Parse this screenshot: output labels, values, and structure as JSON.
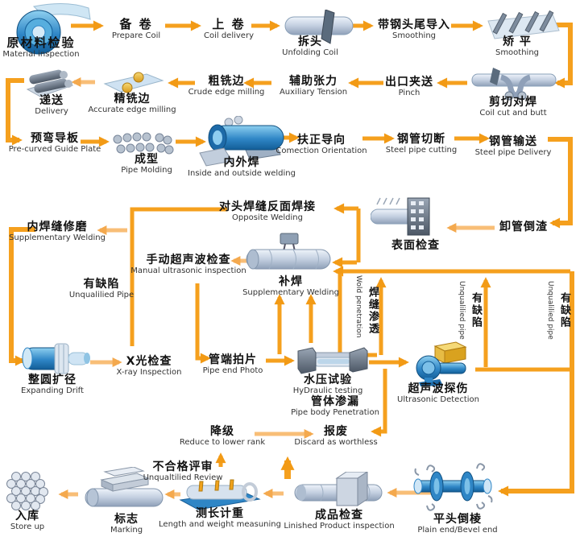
{
  "page": {
    "background": "#ffffff"
  },
  "colors": {
    "arrow": "#F5A01E",
    "arrow_light": "#F8BE77",
    "text_cn": "#111111",
    "text_en": "#333333",
    "machine_blue": "#2F86C6",
    "machine_steel": "#C3CFE0",
    "machine_yellow": "#E8B84A"
  },
  "nodes": {
    "material_inspection": {
      "cn": "原材料检验",
      "en": "Material inspection"
    },
    "prepare_coil": {
      "cn": "备 卷",
      "en": "Prepare Coil"
    },
    "coil_delivery": {
      "cn": "上 卷",
      "en": "Coil delivery"
    },
    "unfolding_coil": {
      "cn": "拆头",
      "en": "Unfolding Coil"
    },
    "strip_lead_in": {
      "cn": "带钢头尾导入",
      "en": "Smoothing"
    },
    "leveling": {
      "cn": "矫 平",
      "en": "Smoothing"
    },
    "coil_cut_butt": {
      "cn": "剪切对焊",
      "en": "Coil cut and butt"
    },
    "pinch": {
      "cn": "出口夹送",
      "en": "Pinch"
    },
    "auxiliary_tension": {
      "cn": "辅助张力",
      "en": "Auxiliary Tension"
    },
    "crude_edge_milling": {
      "cn": "粗铣边",
      "en": "Crude edge milling"
    },
    "accurate_edge_milling": {
      "cn": "精铣边",
      "en": "Accurate edge milling"
    },
    "delivery": {
      "cn": "递送",
      "en": "Delivery"
    },
    "pre_curved_guide_plate": {
      "cn": "预弯导板",
      "en": "Pre-curved Guide Plate"
    },
    "pipe_molding": {
      "cn": "成型",
      "en": "Pipe Molding"
    },
    "inside_outside_welding": {
      "cn": "内外焊",
      "en": "Inside and outside welding"
    },
    "correction_orientation": {
      "cn": "扶正导向",
      "en": "Comection Orientation"
    },
    "steel_pipe_cutting": {
      "cn": "钢管切断",
      "en": "Steel pipe cutting"
    },
    "steel_pipe_delivery": {
      "cn": "钢管输送",
      "en": "Steel pipe Delivery"
    },
    "unload_pipe": {
      "cn": "卸管倒渣",
      "en": ""
    },
    "surface_inspection": {
      "cn": "表面检查",
      "en": ""
    },
    "opposite_welding": {
      "cn": "对头焊缝反面焊接",
      "en": "Opposite Welding"
    },
    "internal_weld_grinding": {
      "cn": "内焊缝修磨",
      "en": "Supplementary Welding"
    },
    "manual_ut": {
      "cn": "手动超声波检查",
      "en": "Manual ultrasonic inspection"
    },
    "repair_welding": {
      "cn": "补焊",
      "en": "Supplementary Welding"
    },
    "unqualified_left": {
      "cn": "有缺陷",
      "en": "Unqualilied Pipe"
    },
    "weld_penetration": {
      "cn": "焊缝渗透",
      "en": "Wold penetration"
    },
    "unqualified_v1": {
      "cn": "有缺陷",
      "en": "Unqualilied pipe"
    },
    "unqualified_v2": {
      "cn": "有缺陷",
      "en": "Unqualilied pipe"
    },
    "expanding_drift": {
      "cn": "整圆扩径",
      "en": "Expanding Drift"
    },
    "xray_inspection": {
      "cn": "X光检查",
      "en": "X-ray Inspection"
    },
    "pipe_end_photo": {
      "cn": "管端拍片",
      "en": "Pipe end Photo"
    },
    "hydraulic_testing": {
      "cn": "水压试验",
      "en": "HyDraulic testing"
    },
    "pipe_body_penetration": {
      "cn": "管体渗漏",
      "en": "Pipe body Penetration"
    },
    "ultrasonic_detection": {
      "cn": "超声波探伤",
      "en": "Ultrasonic Detection"
    },
    "downgrade": {
      "cn": "降级",
      "en": "Reduce to lower rank"
    },
    "discard": {
      "cn": "报废",
      "en": "Discard as worthless"
    },
    "unqualified_review": {
      "cn": "不合格评审",
      "en": "Unqualtilied Review"
    },
    "store_up": {
      "cn": "入库",
      "en": "Store up"
    },
    "marking": {
      "cn": "标志",
      "en": "Marking"
    },
    "length_weight": {
      "cn": "测长计重",
      "en": "Length and weight measuning"
    },
    "product_inspection": {
      "cn": "成品检查",
      "en": "Linished Product inspection"
    },
    "plain_bevel_end": {
      "cn": "平头倒棱",
      "en": "Plain end/Bevel end"
    }
  }
}
